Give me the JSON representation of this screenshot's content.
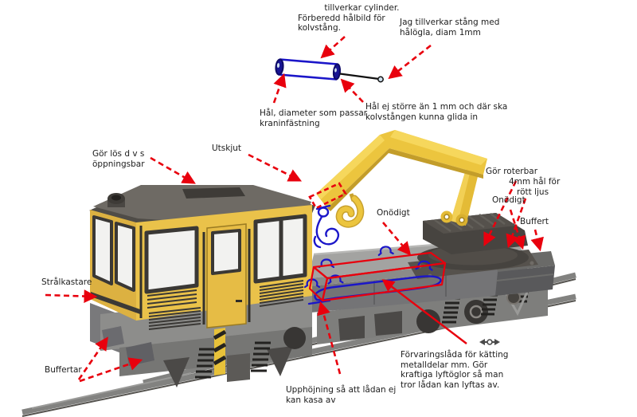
{
  "colors": {
    "annotation_red": "#e8000d",
    "sketch_blue": "#1b16c9",
    "body_yellow": "#eac24a",
    "crane_yellow": "#ecc53e",
    "roof_gray": "#6e6a64",
    "chassis_gray": "#8d8d8b",
    "engine_dark_gray": "#474440",
    "rail_gray": "#828280"
  },
  "labels": {
    "cylinder_note": {
      "text": "          tillverkar cylinder.\nFörberedd hålbild för\nkolvstång."
    },
    "rod_note": {
      "text": "Jag tillverkar stång med\nhålögla, diam 1mm"
    },
    "hole_crane_note": {
      "text": "Hål, diameter som passar\nkraninfästning"
    },
    "hole_rod_note": {
      "text": "Hål ej större än 1 mm och där ska\nkolvstången kunna glida in"
    },
    "gor_los": {
      "text": "Gör lös d v s\nöppningsbar"
    },
    "utskjut": {
      "text": "Utskjut"
    },
    "onodigt_mid": {
      "text": "Onödigt"
    },
    "gor_roterbar": {
      "text": "Gör roterbar"
    },
    "hal_rott_ljus": {
      "text": "4mm hål för\n   rött ljus"
    },
    "onodigt_right": {
      "text": "Onödigt"
    },
    "buffert": {
      "text": "Buffert"
    },
    "stralkastare": {
      "text": "Strålkastare"
    },
    "buffertar": {
      "text": "Buffertar"
    },
    "upphojning": {
      "text": "Upphöjning så att lådan ej\nkan kasa av"
    },
    "forvaringslada": {
      "text": "Förvaringslåda för kätting\nmetalldelar mm. Gör\nkraftiga lyftöglor så man\ntror lådan kan lyftas av."
    }
  },
  "icons": {
    "resize_cursor": "horizontal-resize-cursor"
  }
}
